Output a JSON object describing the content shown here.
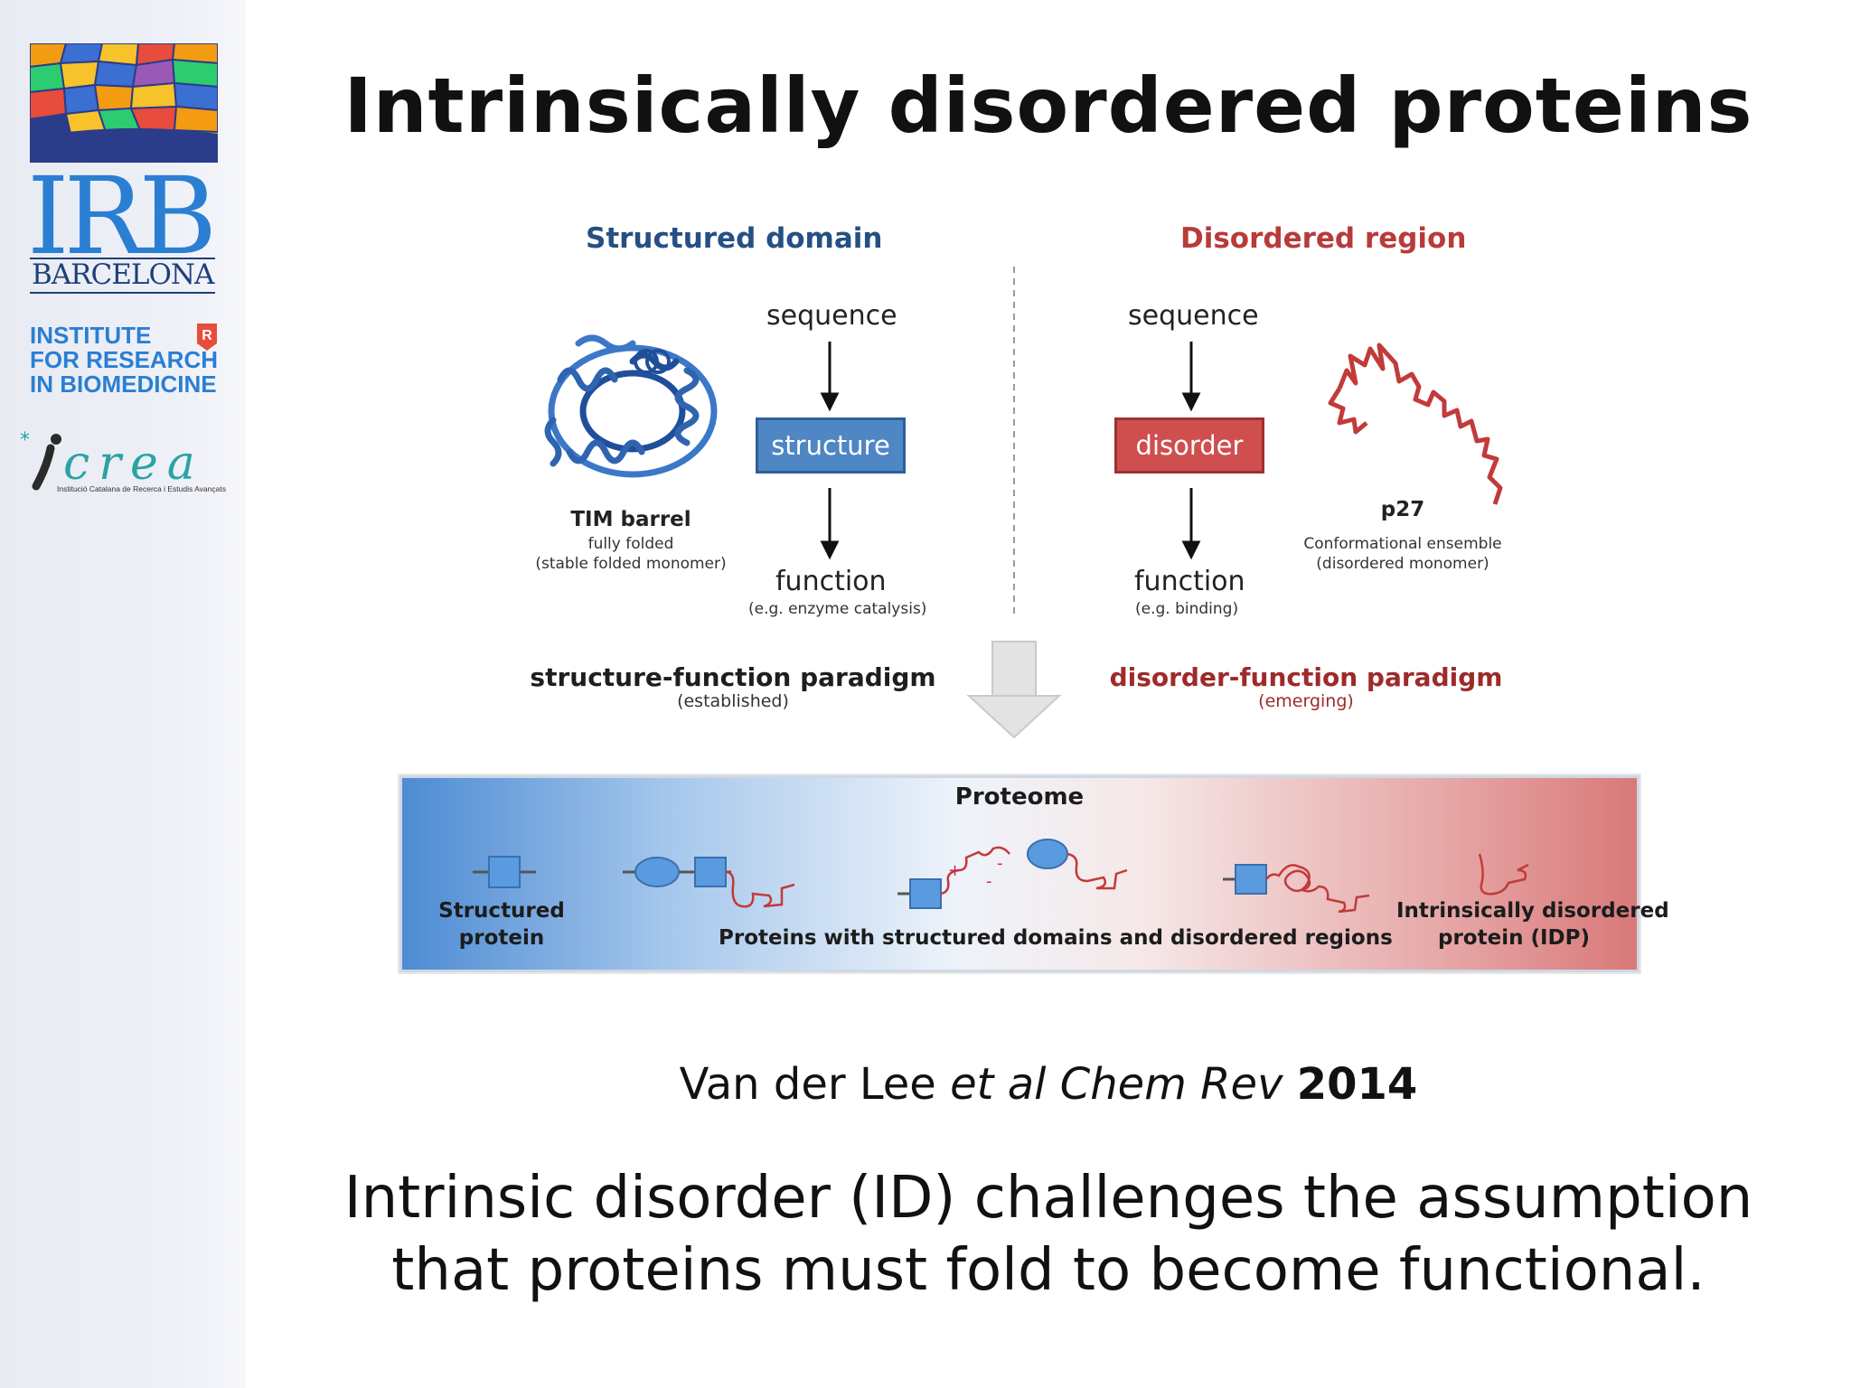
{
  "sidebar": {
    "logo_main": "IRB",
    "logo_city": "BARCELONA",
    "institute_lines": [
      "INSTITUTE",
      "FOR RESEARCH",
      "IN BIOMEDICINE"
    ],
    "icrea_name": "icrea",
    "icrea_subtitle": "Institució Catalana de Recerca i Estudis Avançats"
  },
  "slide": {
    "title": "Intrinsically disordered proteins",
    "figure": {
      "left_header": "Structured domain",
      "right_header": "Disordered region",
      "left_sequence": "sequence",
      "right_sequence": "sequence",
      "left_box": "structure",
      "right_box": "disorder",
      "left_function": "function",
      "left_function_note": "(e.g. enzyme catalysis)",
      "right_function": "function",
      "right_function_note": "(e.g. binding)",
      "tim_title": "TIM barrel",
      "tim_line1": "fully folded",
      "tim_line2": "(stable folded monomer)",
      "p27_title": "p27",
      "p27_line1": "Conformational ensemble",
      "p27_line2": "(disordered monomer)",
      "left_paradigm": "structure-function paradigm",
      "left_paradigm_note": "(established)",
      "right_paradigm": "disorder-function paradigm",
      "right_paradigm_note": "(emerging)",
      "proteome_title": "Proteome",
      "structured_protein": [
        "Structured",
        "protein"
      ],
      "mixed_proteins": "Proteins with structured domains and disordered regions",
      "idp": [
        "Intrinsically disordered",
        "protein (IDP)"
      ],
      "charge_plus": "+",
      "charge_minus1": "-",
      "charge_minus2": "-"
    },
    "citation": {
      "authors": "Van der Lee ",
      "et_al_journal": "et al Chem Rev",
      "year": "2014"
    },
    "statement_line1": "Intrinsic disorder (ID) challenges the assumption",
    "statement_line2": "that proteins must fold to become functional."
  },
  "colors": {
    "blue_heading": "#264f83",
    "red_heading": "#b93a3a",
    "structure_box": "#4f86c4",
    "disorder_box": "#cf4e4e",
    "irb_blue": "#2a7fd3"
  }
}
